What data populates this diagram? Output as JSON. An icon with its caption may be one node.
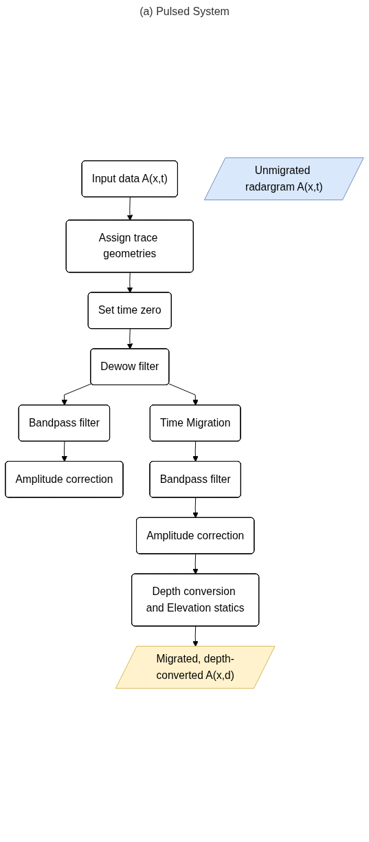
{
  "diagram": {
    "title": "(a) Pulsed System",
    "nodes": [
      {
        "text": [
          "Input data A(x,t)"
        ]
      },
      {
        "text": [
          "Assign trace geometries"
        ]
      },
      {
        "text": [
          "Set time zero"
        ]
      },
      {
        "text": [
          "Dewow filter"
        ]
      },
      {
        "text": [
          "Bandpass filter"
        ]
      },
      {
        "text": [
          "Amplitude correction"
        ]
      },
      {
        "text": [
          "Unmigrated radargram A(x,t)"
        ]
      },
      {
        "text": [
          "Time Migration"
        ]
      },
      {
        "text": [
          "Bandpass filter"
        ]
      },
      {
        "text": [
          "Amplitude correction"
        ]
      },
      {
        "text": [
          "Depth conversion and Elevation statics"
        ]
      },
      {
        "text": [
          "Migrated, depth-converted A(x,d)"
        ]
      }
    ],
    "edges": [
      {
        "from": 0,
        "to": 1,
        "arrow": "to"
      },
      {
        "from": 1,
        "to": 2,
        "arrow": "to"
      },
      {
        "from": 2,
        "to": 3,
        "arrow": "to"
      },
      {
        "from": 3,
        "to": 4,
        "arrow": "to"
      },
      {
        "from": 3,
        "to": 7,
        "arrow": "to"
      },
      {
        "from": 4,
        "to": 5,
        "arrow": "to"
      },
      {
        "from": 7,
        "to": 8,
        "arrow": "to"
      },
      {
        "from": 8,
        "to": 9,
        "arrow": "to"
      },
      {
        "from": 9,
        "to": 10,
        "arrow": "to"
      },
      {
        "from": 10,
        "to": 11,
        "arrow": "to"
      }
    ]
  }
}
